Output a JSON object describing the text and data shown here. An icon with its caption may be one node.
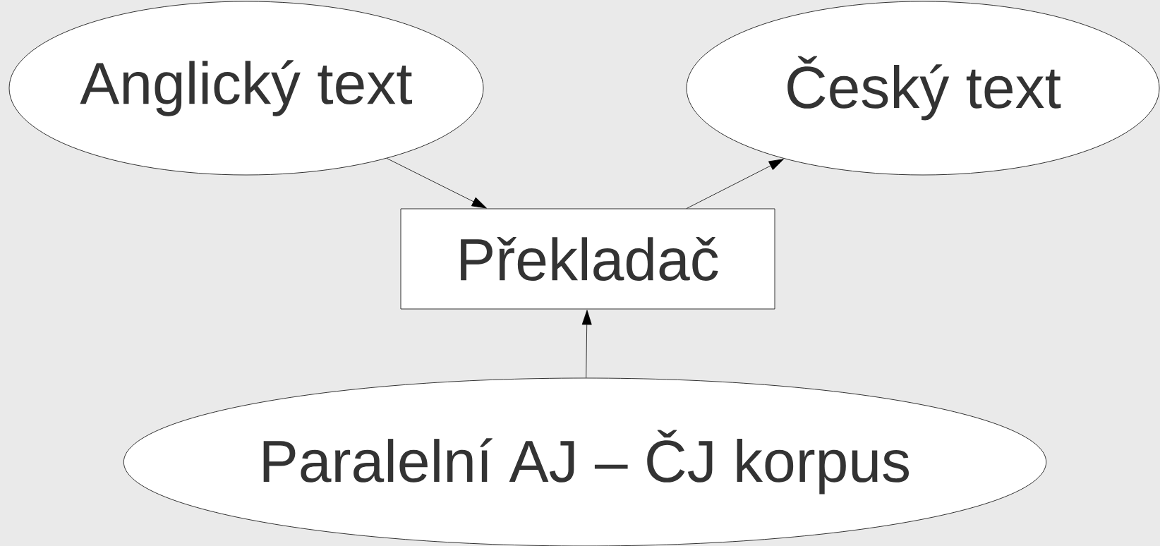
{
  "diagram": {
    "nodes": [
      {
        "text": [
          "Anglický text"
        ]
      },
      {
        "text": [
          "Český text"
        ]
      },
      {
        "text": [
          "Překladač"
        ]
      },
      {
        "text": [
          "Paralelní AJ – ČJ korpus"
        ]
      }
    ],
    "edges": [
      {
        "from": 0,
        "to": 2,
        "arrow": "to"
      },
      {
        "from": 2,
        "to": 1,
        "arrow": "to"
      },
      {
        "from": 3,
        "to": 2,
        "arrow": "to"
      }
    ]
  }
}
